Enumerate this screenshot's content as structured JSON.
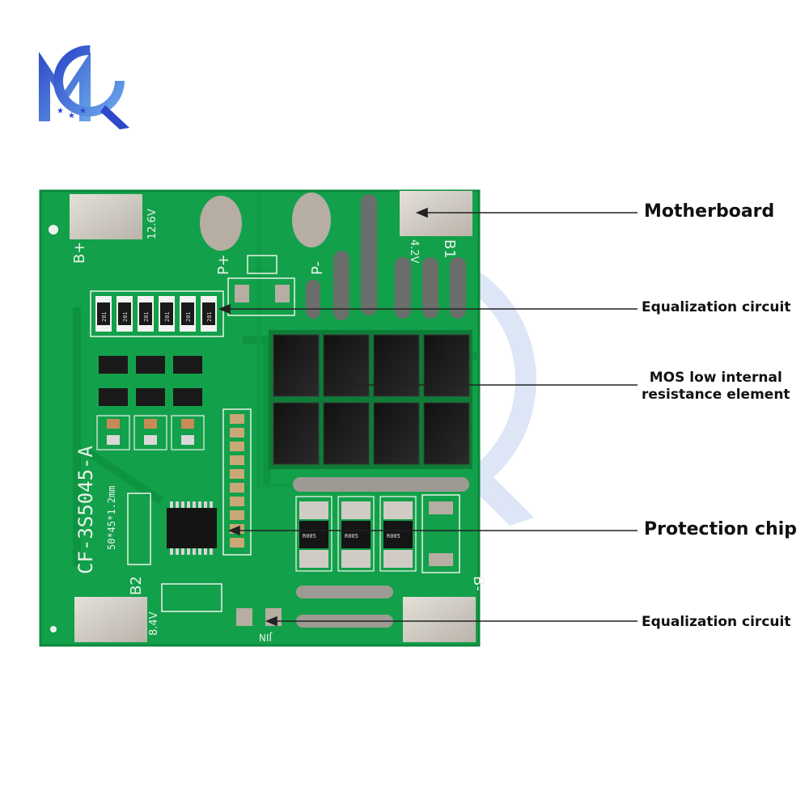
{
  "colors": {
    "pcb_green": "#13a04a",
    "pcb_dark": "#0c8a3d",
    "pad_silver": "#cfcac2",
    "mosfet_black": "#1b1b1b",
    "logo_blue": "#3553d0",
    "logo_light": "#6fa8ea"
  },
  "logo": {
    "icon": "mq-logo-icon"
  },
  "board": {
    "name": "CF-3S5045-A",
    "size": "50*45*1.2mm",
    "labels": {
      "b_plus": "B+",
      "v_12_6": "12.6V",
      "p_plus": "P+",
      "p_minus": "P-",
      "v_4_2": "4.2V",
      "b1": "B1",
      "b2": "B2",
      "v_8_4": "8.4V",
      "b_minus": "B-",
      "jin": "JIN"
    },
    "resistor_code": "201",
    "shunt_code": "R005"
  },
  "callouts": [
    {
      "label": "Motherboard"
    },
    {
      "label": "Equalization circuit"
    },
    {
      "label": "MOS low internal",
      "label2": "resistance element"
    },
    {
      "label": "Protection chip"
    },
    {
      "label": "Equalization circuit"
    }
  ]
}
